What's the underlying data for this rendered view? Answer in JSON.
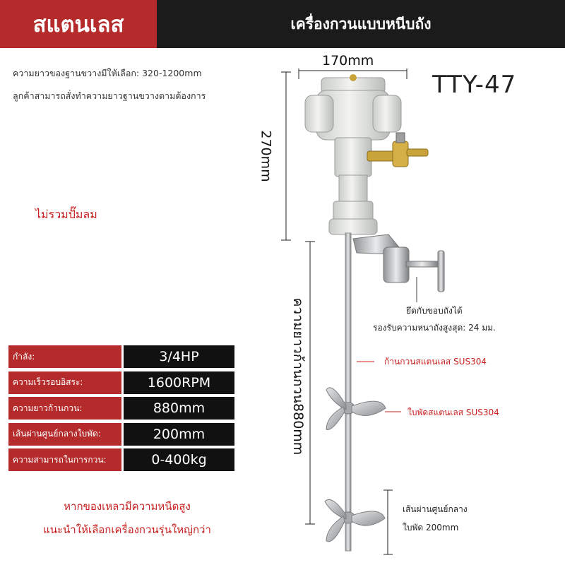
{
  "header": {
    "left_title": "สแตนเลส",
    "right_title": "เครื่องกวนแบบหนีบถัง"
  },
  "notes": {
    "line1": "ความยาวของฐานขวางมีให้เลือก: 320-1200mm",
    "line2": "ลูกค้าสามารถสั่งทำความยาวฐานขวางตามต้องการ",
    "no_pump": "ไม่รวมปั๊มลม"
  },
  "model": "TTY-47",
  "dimensions": {
    "width": "170mm",
    "height": "270mm",
    "shaft_length": "ความยาวก้านกวน880mm"
  },
  "callouts": {
    "clamp_line1": "ยึดกับขอบถังได้",
    "clamp_line2": "รองรับความหนาถังสูงสุด: 24 มม.",
    "shaft": "ก้านกวนสแตนเลส SUS304",
    "blade": "ใบพัดสแตนเลส SUS304",
    "diameter_line1": "เส้นผ่านศูนย์กลาง",
    "diameter_line2": "ใบพัด 200mm"
  },
  "specs": [
    {
      "label": "กำลัง:",
      "value": "3/4HP"
    },
    {
      "label": "ความเร็วรอบอิสระ:",
      "value": "1600RPM"
    },
    {
      "label": "ความยาวก้านกวน:",
      "value": "880mm"
    },
    {
      "label": "เส้นผ่านศูนย์กลางใบพัด:",
      "value": "200mm"
    },
    {
      "label": "ความสามารถในการกวน:",
      "value": "0-400kg"
    }
  ],
  "warning": {
    "line1": "หากของเหลวมีความหนืดสูง",
    "line2": "แนะนำให้เลือกเครื่องกวนรุ่นใหญ่กว่า"
  },
  "colors": {
    "brand_red": "#b52b2b",
    "header_dark": "#1b1b1b",
    "callout_red": "#c81e1e"
  }
}
